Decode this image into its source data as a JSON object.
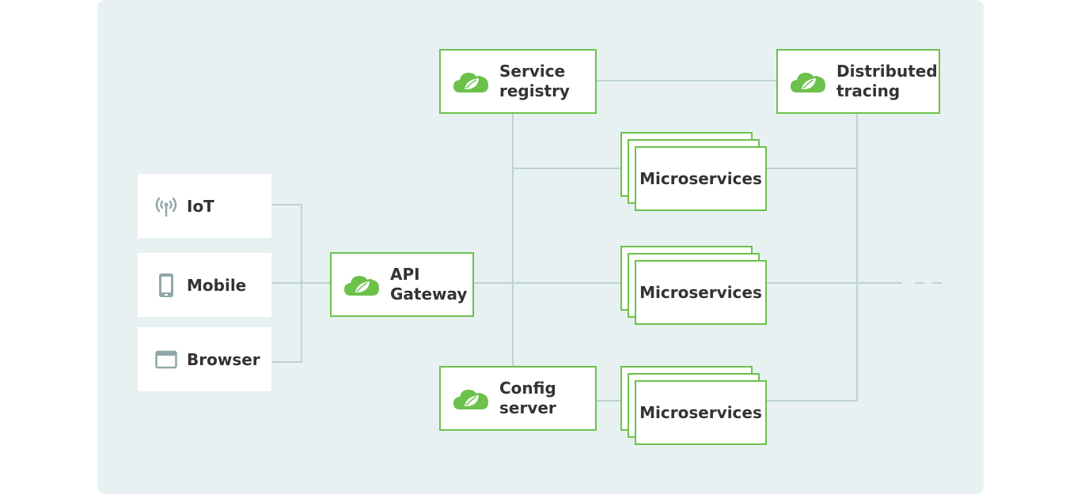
{
  "colors": {
    "panel": "#e7f1f1",
    "node_border": "#6cc14b",
    "connector": "#bcd3d2",
    "client_icon": "#8fa8a7",
    "text": "#333333"
  },
  "clients": [
    {
      "label": "IoT",
      "icon": "signal-antenna-icon"
    },
    {
      "label": "Mobile",
      "icon": "mobile-phone-icon"
    },
    {
      "label": "Browser",
      "icon": "browser-window-icon"
    }
  ],
  "nodes": {
    "api_gateway": {
      "label": "API\nGateway",
      "icon": "spring-leaf-cloud-icon"
    },
    "service_registry": {
      "label": "Service\nregistry",
      "icon": "spring-leaf-cloud-icon"
    },
    "config_server": {
      "label": "Config\nserver",
      "icon": "spring-leaf-cloud-icon"
    },
    "distributed_tracing": {
      "label": "Distributed\ntracing",
      "icon": "spring-leaf-cloud-icon"
    }
  },
  "microservices": [
    {
      "label": "Microservices"
    },
    {
      "label": "Microservices"
    },
    {
      "label": "Microservices"
    }
  ]
}
